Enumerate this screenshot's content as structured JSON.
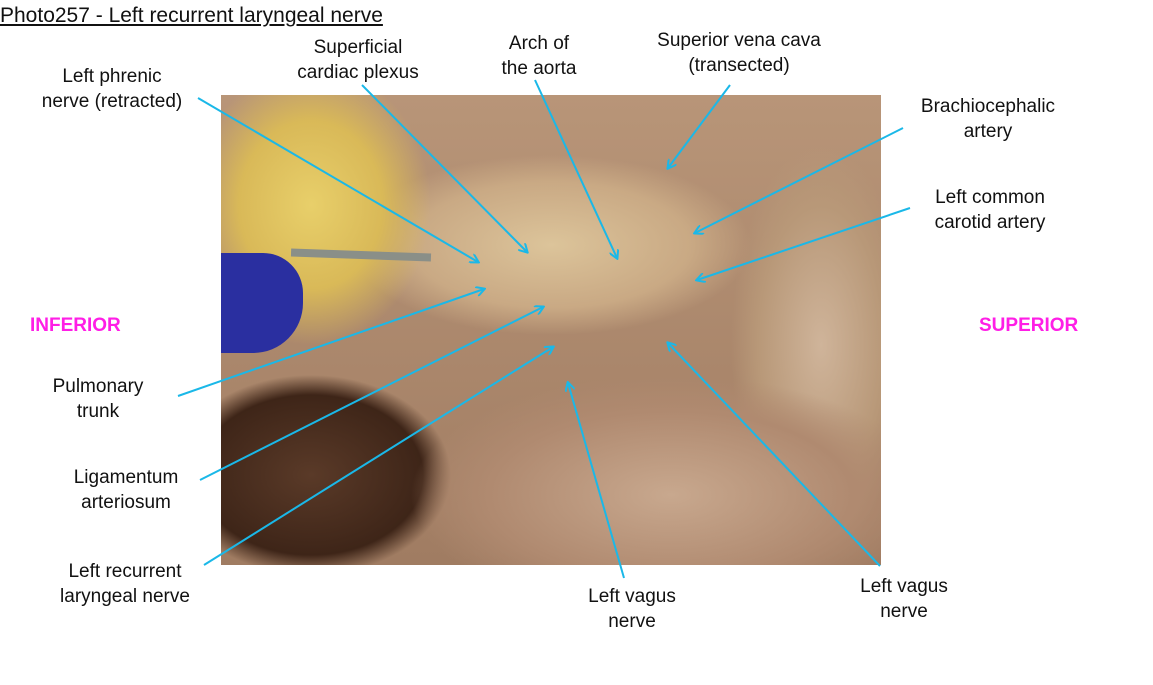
{
  "title": "Photo257 - Left recurrent laryngeal nerve",
  "directions": {
    "left": "INFERIOR",
    "right": "SUPERIOR"
  },
  "labels": {
    "left_phrenic": [
      "Left phrenic",
      "nerve (retracted)"
    ],
    "superficial_cardiac": [
      "Superficial",
      "cardiac plexus"
    ],
    "arch_aorta": [
      "Arch of",
      "the aorta"
    ],
    "svc": [
      "Superior vena cava",
      "(transected)"
    ],
    "brachiocephalic": [
      "Brachiocephalic",
      "artery"
    ],
    "left_common_carotid": [
      "Left common",
      "carotid artery"
    ],
    "pulmonary_trunk": [
      "Pulmonary",
      "trunk"
    ],
    "ligamentum": [
      "Ligamentum",
      "arteriosum"
    ],
    "recurrent_laryngeal": [
      "Left recurrent",
      "laryngeal nerve"
    ],
    "left_vagus_bottom": [
      "Left vagus",
      "nerve"
    ],
    "left_vagus_right": [
      "Left vagus",
      "nerve"
    ]
  },
  "colors": {
    "leader": "#1ab8e8",
    "direction": "#ff1ee6"
  }
}
